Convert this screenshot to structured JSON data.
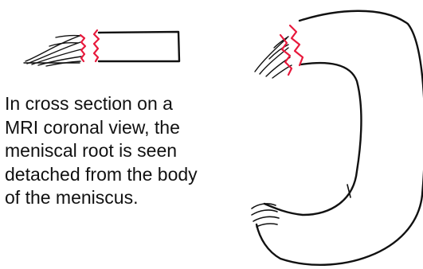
{
  "caption": {
    "lines": [
      "In cross section on a",
      "MRI coronal view, the",
      "meniscal root is seen",
      "detached from the body",
      "of the meniscus."
    ]
  },
  "colors": {
    "ink": "#111111",
    "tear": "#e8193c",
    "background": "#ffffff"
  }
}
